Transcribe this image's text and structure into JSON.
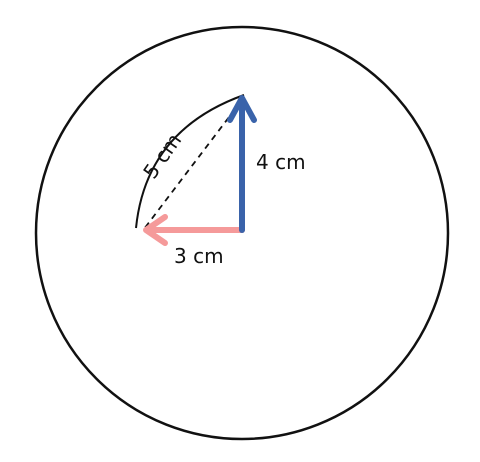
{
  "diagram": {
    "labels": {
      "hypotenuse": "5 cm",
      "vertical": "4 cm",
      "horizontal": "3 cm"
    },
    "colors": {
      "circle": "#111111",
      "vertical_arrow": "#3a63aa",
      "horizontal_arrow": "#f59a9a",
      "dashed_line": "#111111",
      "label_text": "#111111"
    }
  }
}
